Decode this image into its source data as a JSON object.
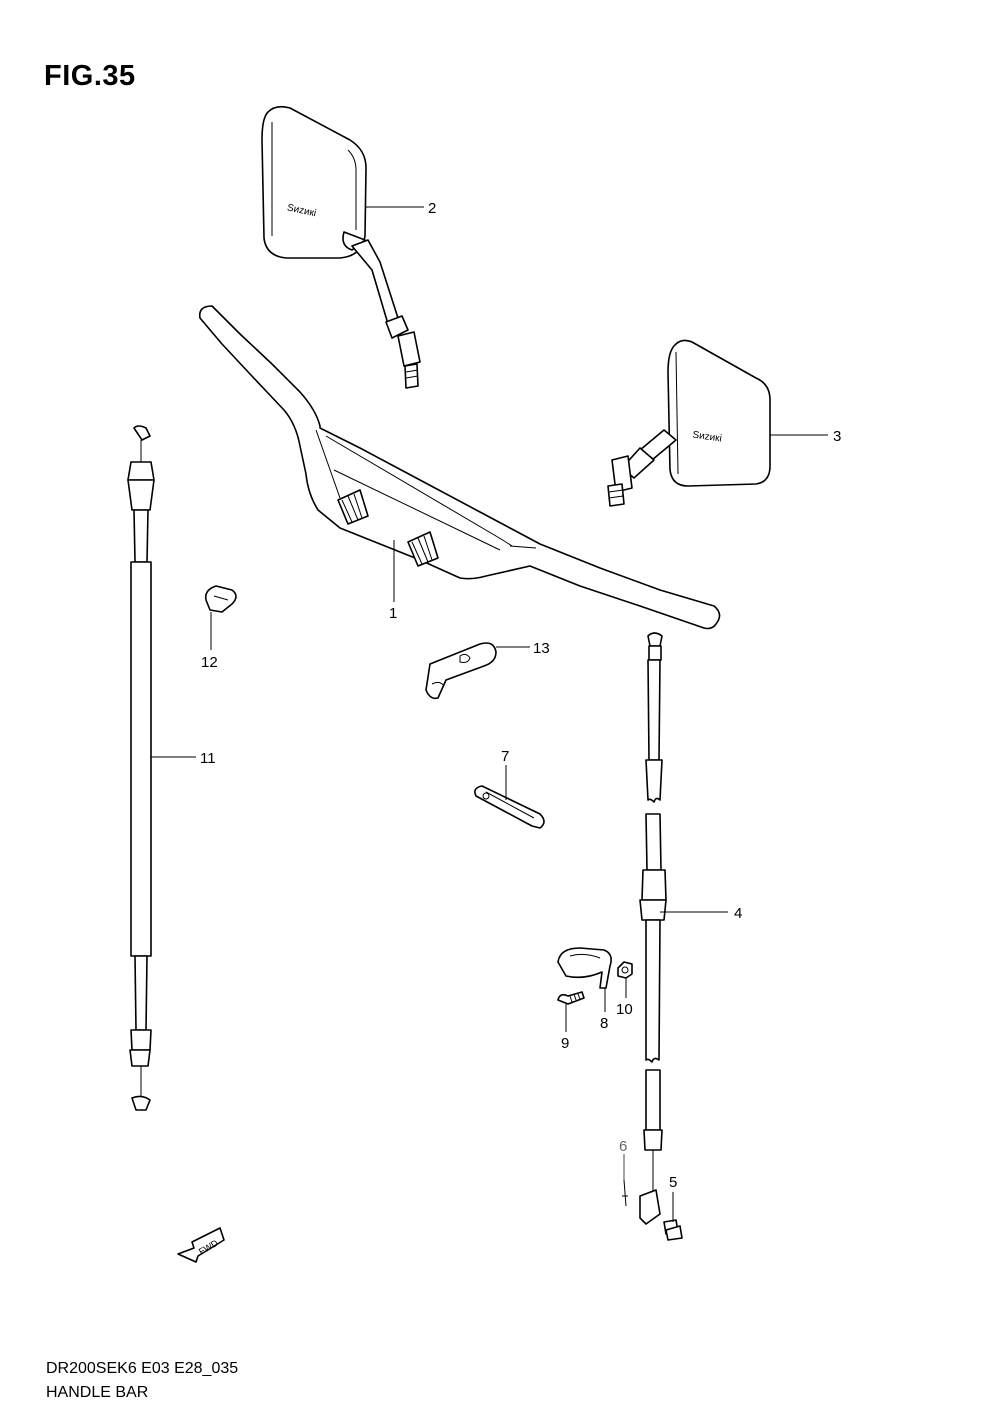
{
  "figure": {
    "title": "FIG.35",
    "model_code": "DR200SEK6 E03 E28_035",
    "name": "HANDLE BAR"
  },
  "fwd_label": "FWD",
  "callouts": [
    {
      "id": "1",
      "label": "1"
    },
    {
      "id": "2",
      "label": "2"
    },
    {
      "id": "3",
      "label": "3"
    },
    {
      "id": "4",
      "label": "4"
    },
    {
      "id": "5",
      "label": "5"
    },
    {
      "id": "6",
      "label": "6"
    },
    {
      "id": "7",
      "label": "7"
    },
    {
      "id": "8",
      "label": "8"
    },
    {
      "id": "9",
      "label": "9"
    },
    {
      "id": "10",
      "label": "10"
    },
    {
      "id": "11",
      "label": "11"
    },
    {
      "id": "12",
      "label": "12"
    },
    {
      "id": "13",
      "label": "13"
    }
  ]
}
